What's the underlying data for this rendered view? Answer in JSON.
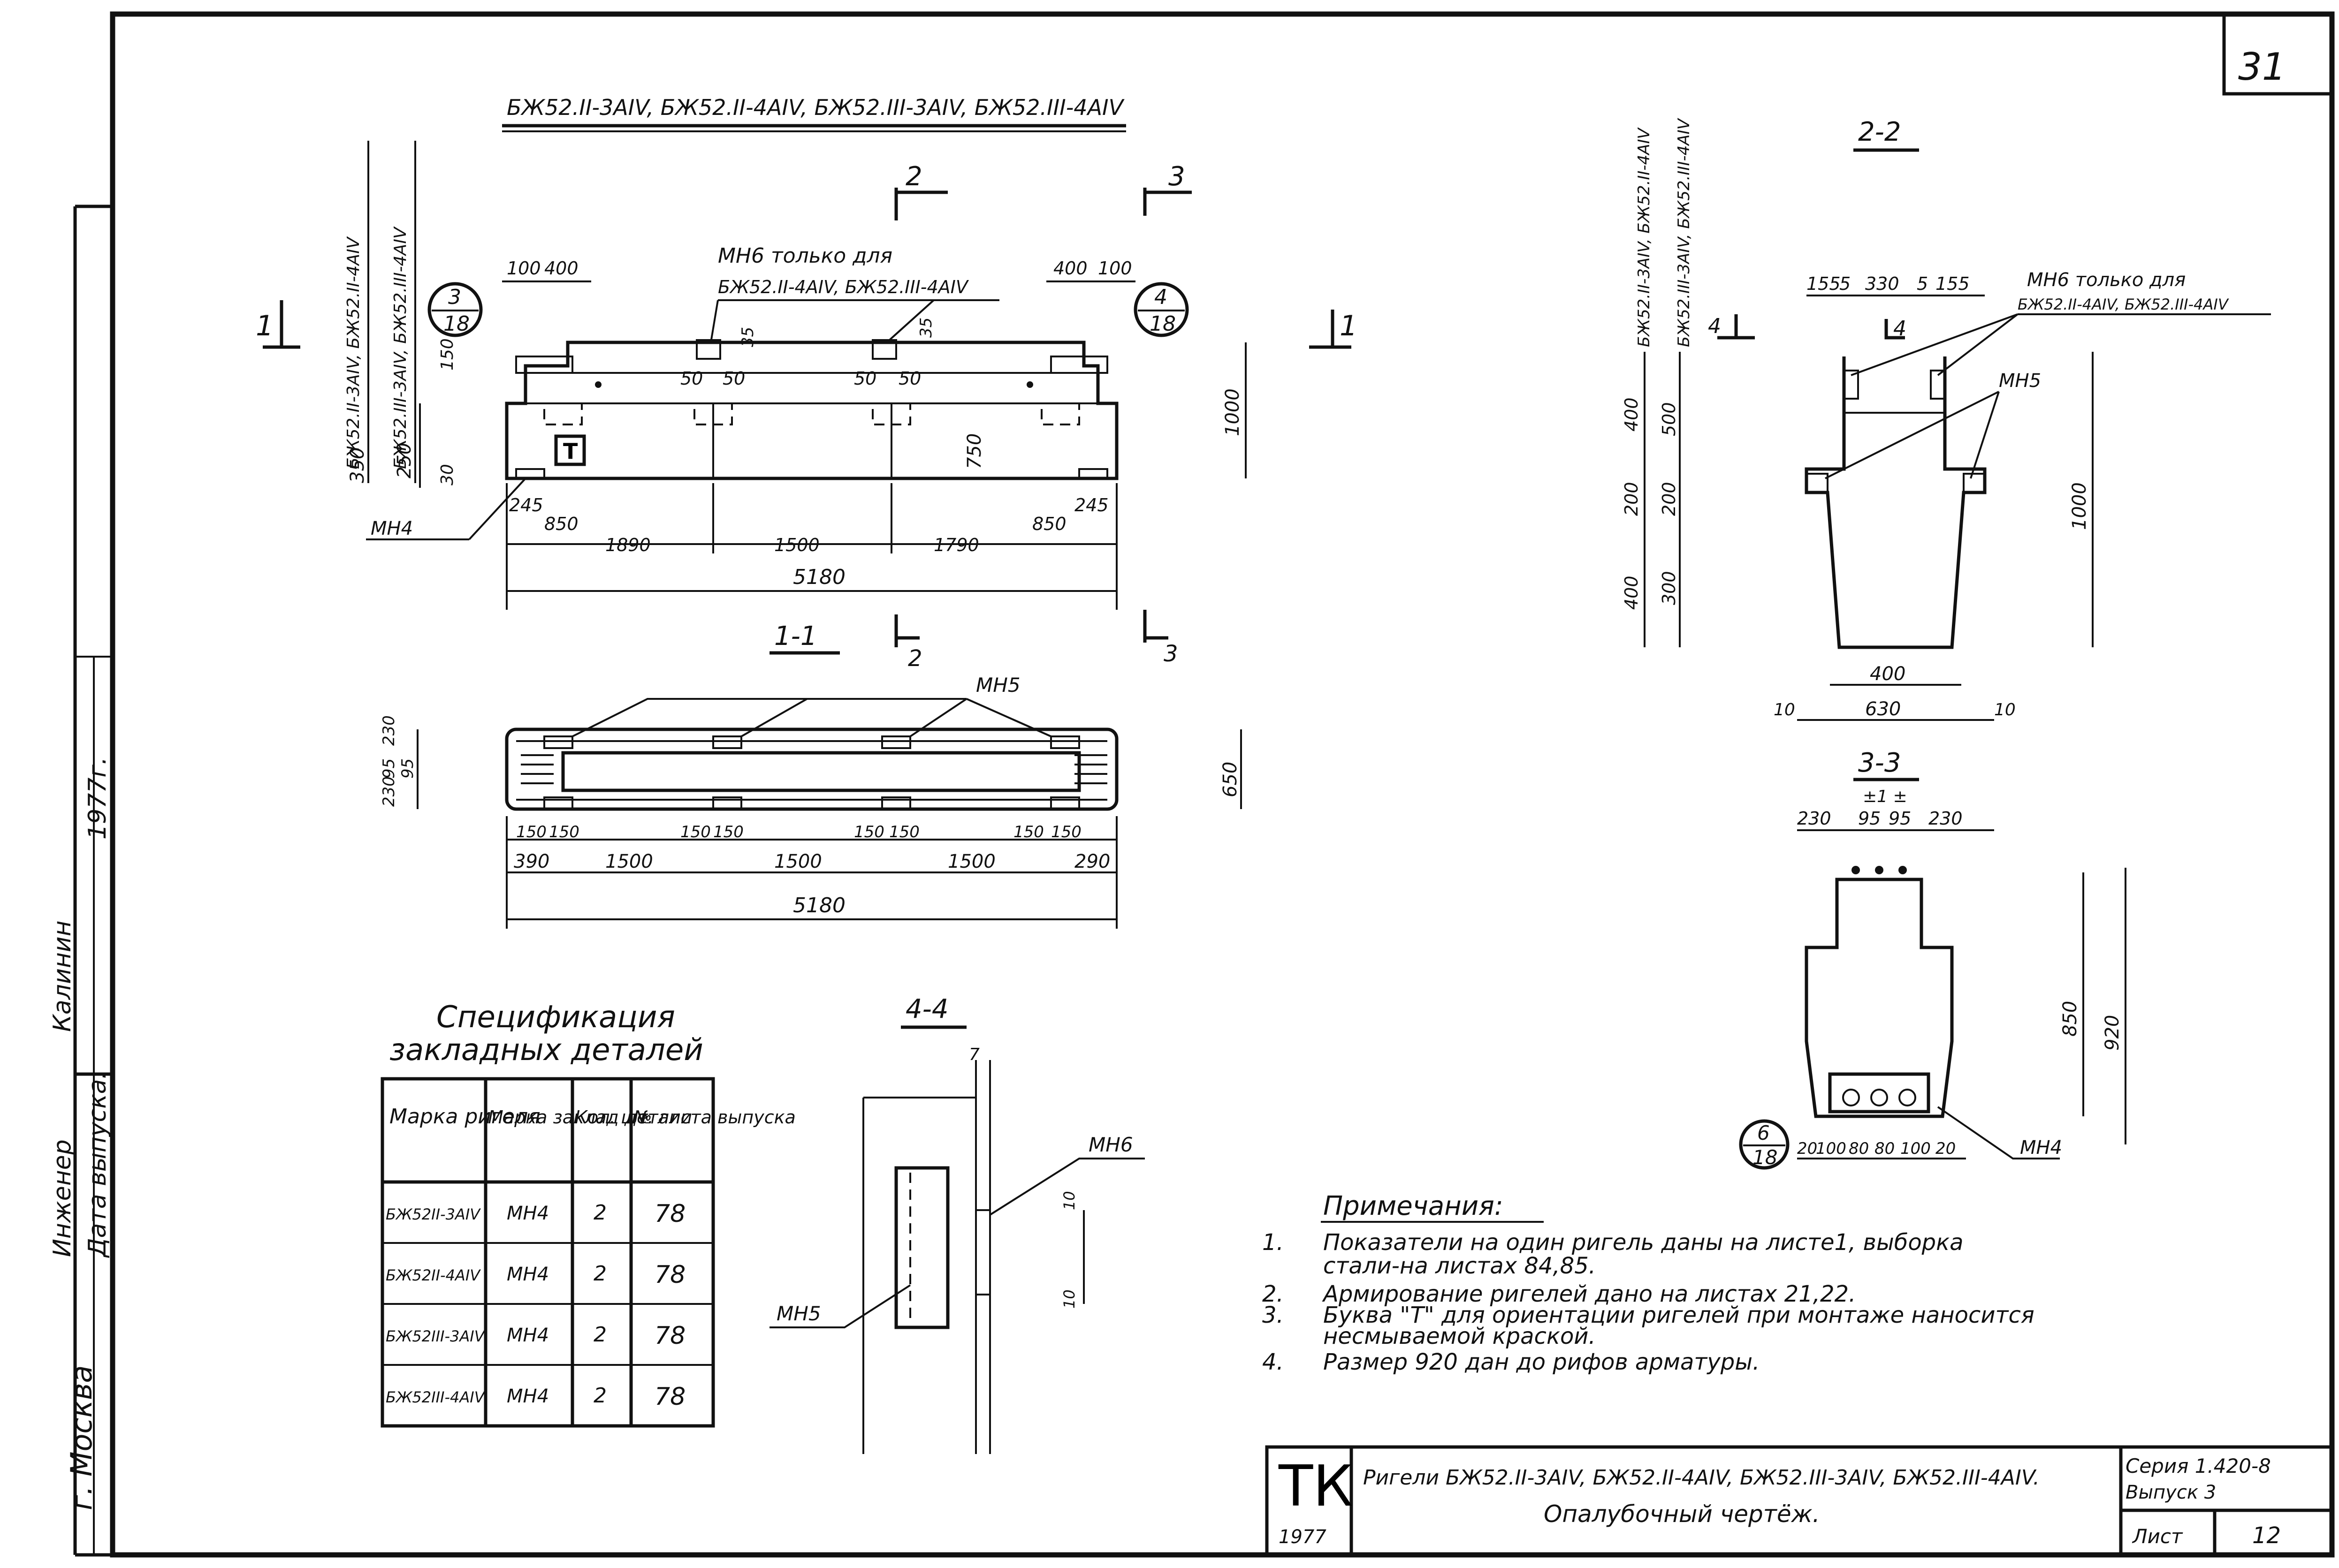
{
  "sheet": {
    "page_number": "31",
    "title_main": "БЖ52.II-3АIV, БЖ52.II-4АIV, БЖ52.III-3АIV, БЖ52.III-4АIV",
    "left_strip": {
      "engineer": "Инженер",
      "date_label": "Дата выпуска:",
      "person": "Калинин",
      "year": "1977г.",
      "city": "г. Москва"
    }
  },
  "view_main": {
    "section_mark_1": "1",
    "section_mark_2": "2",
    "section_mark_3": "3",
    "note_mn6": "МН6 только для",
    "note_mn6_b": "БЖ52.II-4АIV, БЖ52.III-4АIV",
    "callout_left_num": "3",
    "callout_left_den": "18",
    "callout_right_num": "4",
    "callout_right_den": "18",
    "t_letter": "Т",
    "mn4": "МН4",
    "dims": {
      "d100a": "100",
      "d400a": "400",
      "d400b": "400",
      "d100b": "100",
      "d150": "150",
      "d50a": "50",
      "d50b": "50",
      "d50c": "50",
      "d50d": "50",
      "d35a": "35",
      "d35b": "35",
      "d1000": "1000",
      "d750": "750",
      "d350": "350",
      "d250": "250",
      "d30": "30",
      "d245a": "245",
      "d850a": "850",
      "d1890": "1890",
      "d1500": "1500",
      "d1790": "1790",
      "d850b": "850",
      "d245b": "245",
      "d5180": "5180"
    },
    "vert_labels": {
      "v1": "БЖ52.II-3АIV, БЖ52.II-4АIV",
      "v2": "БЖ52.III-3АIV, БЖ52.III-4АIV"
    }
  },
  "view_plan": {
    "title": "1-1",
    "mn5": "МН5",
    "dims": {
      "d230a": "230",
      "d95a": "95",
      "d95b": "95",
      "d230b": "230",
      "d650": "650",
      "d150a": "150",
      "d150b": "150",
      "d150c": "150",
      "d150d": "150",
      "d150e": "150",
      "d150f": "150",
      "d150g": "150",
      "d150h": "150",
      "d390": "390",
      "d1500a": "1500",
      "d1500b": "1500",
      "d1500c": "1500",
      "d290": "290",
      "d5180": "5180"
    }
  },
  "view_22": {
    "title": "2-2",
    "vert_labels": {
      "v1": "БЖ52.II-3АIV, БЖ52.II-4АIV",
      "v2": "БЖ52.III-3АIV, БЖ52.III-4АIV"
    },
    "section_mark": "4",
    "note_mn6": "МН6 только для",
    "note_mn6_b": "БЖ52.II-4АIV, БЖ52.III-4АIV",
    "mn5": "МН5",
    "dims": {
      "d155a": "155",
      "d5a": "5",
      "d330": "330",
      "d5b": "5",
      "d155b": "155",
      "d400a": "400",
      "d500": "500",
      "d200a": "200",
      "d200b": "200",
      "d400b": "400",
      "d300": "300",
      "d1000": "1000",
      "d400c": "400",
      "d630": "630",
      "d10a": "10",
      "d10b": "10"
    }
  },
  "view_33": {
    "title": "3-3",
    "tags": "±1 ±",
    "mn4": "МН4",
    "callout_num": "6",
    "callout_den": "18",
    "dims": {
      "d230a": "230",
      "d95a": "95",
      "d95b": "95",
      "d230b": "230",
      "d850": "850",
      "d920": "920",
      "d20a": "20",
      "d100a": "100",
      "d80a": "80",
      "d80b": "80",
      "d100b": "100",
      "d20b": "20"
    }
  },
  "view_44": {
    "title": "4-4",
    "mn6": "МН6",
    "mn5": "МН5",
    "dims": {
      "d7": "7",
      "d10a": "10",
      "d10b": "10"
    }
  },
  "spec_table": {
    "title_1": "Спецификация",
    "title_2": "закладных деталей",
    "headers": [
      "Марка ригеля",
      "Марка заклад детали",
      "Кол. шт.",
      "№ листа выпуска"
    ],
    "rows": [
      [
        "БЖ52II-3АIV",
        "МН4",
        "2",
        "78"
      ],
      [
        "БЖ52II-4АIV",
        "МН4",
        "2",
        "78"
      ],
      [
        "БЖ52III-3АIV",
        "МН4",
        "2",
        "78"
      ],
      [
        "БЖ52III-4АIV",
        "МН4",
        "2",
        "78"
      ]
    ]
  },
  "notes": {
    "heading": "Примечания:",
    "items": [
      {
        "n": "1.",
        "a": "Показатели на один ригель даны на листе1, выборка",
        "b": "стали-на листах 84,85."
      },
      {
        "n": "2.",
        "a": "Армирование ригелей дано на листах 21,22.",
        "b": ""
      },
      {
        "n": "3.",
        "a": "Буква \"Т\" для ориентации ригелей при монтаже наносится",
        "b": "несмываемой краской."
      },
      {
        "n": "4.",
        "a": "Размер 920 дан до рифов арматуры.",
        "b": ""
      }
    ]
  },
  "title_block": {
    "logo": "ТК",
    "logo_year": "1977",
    "line1": "Ригели БЖ52.II-3АIV, БЖ52.II-4АIV, БЖ52.III-3АIV, БЖ52.III-4АIV.",
    "line2": "Опалубочный чертёж.",
    "series": "Серия 1.420-8",
    "issue": "Выпуск 3",
    "sheet_label": "Лист",
    "sheet_no": "12"
  }
}
